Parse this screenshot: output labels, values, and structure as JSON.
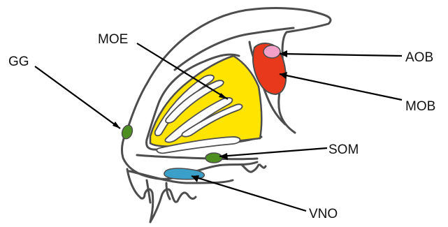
{
  "labels": {
    "moe": "MOE",
    "gg": "GG",
    "aob": "AOB",
    "mob": "MOB",
    "som": "SOM",
    "vno": "VNO"
  },
  "colors": {
    "outline": "#4d4d4d",
    "moe": "#ffe400",
    "mob": "#e8391c",
    "aob": "#f2a0c8",
    "gg": "#4f8f22",
    "som": "#4f8f22",
    "vno": "#3aa0c9",
    "leader": "#000000"
  }
}
